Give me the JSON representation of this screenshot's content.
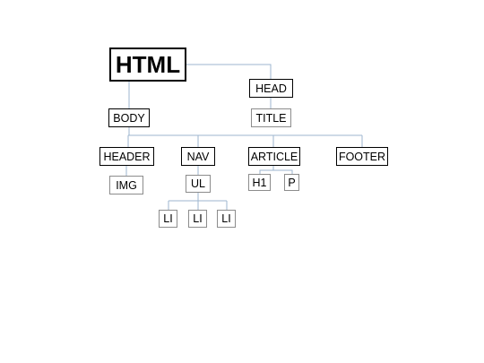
{
  "diagram": {
    "nodes": {
      "html": "HTML",
      "head": "HEAD",
      "title": "TITLE",
      "body": "BODY",
      "header": "HEADER",
      "nav": "NAV",
      "article": "ARTICLE",
      "footer": "FOOTER",
      "img": "IMG",
      "ul": "UL",
      "h1": "H1",
      "p": "P",
      "li_1": "LI",
      "li_2": "LI",
      "li_3": "LI"
    },
    "connector_color": "#9db6cf"
  }
}
